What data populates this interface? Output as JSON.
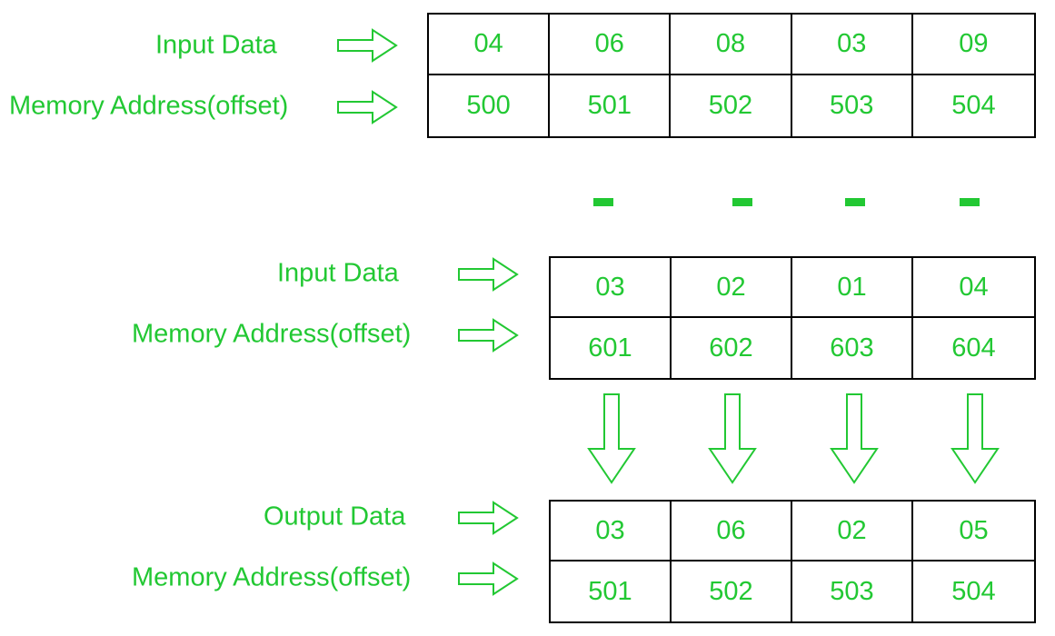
{
  "colors": {
    "accent": "#22c833",
    "border": "#000000",
    "background": "#ffffff"
  },
  "block1": {
    "row1_label": "Input Data",
    "row2_label": "Memory Address(offset)",
    "data": [
      "04",
      "06",
      "08",
      "03",
      "09"
    ],
    "addresses": [
      "500",
      "501",
      "502",
      "503",
      "504"
    ]
  },
  "block2": {
    "row1_label": "Input Data",
    "row2_label": "Memory Address(offset)",
    "data": [
      "03",
      "02",
      "01",
      "04"
    ],
    "addresses": [
      "601",
      "602",
      "603",
      "604"
    ]
  },
  "block3": {
    "row1_label": "Output Data",
    "row2_label": "Memory Address(offset)",
    "data": [
      "03",
      "06",
      "02",
      "05"
    ],
    "addresses": [
      "501",
      "502",
      "503",
      "504"
    ]
  },
  "operator_symbol": "minus-dash",
  "flow_arrow_icon": "down-arrow-icon"
}
